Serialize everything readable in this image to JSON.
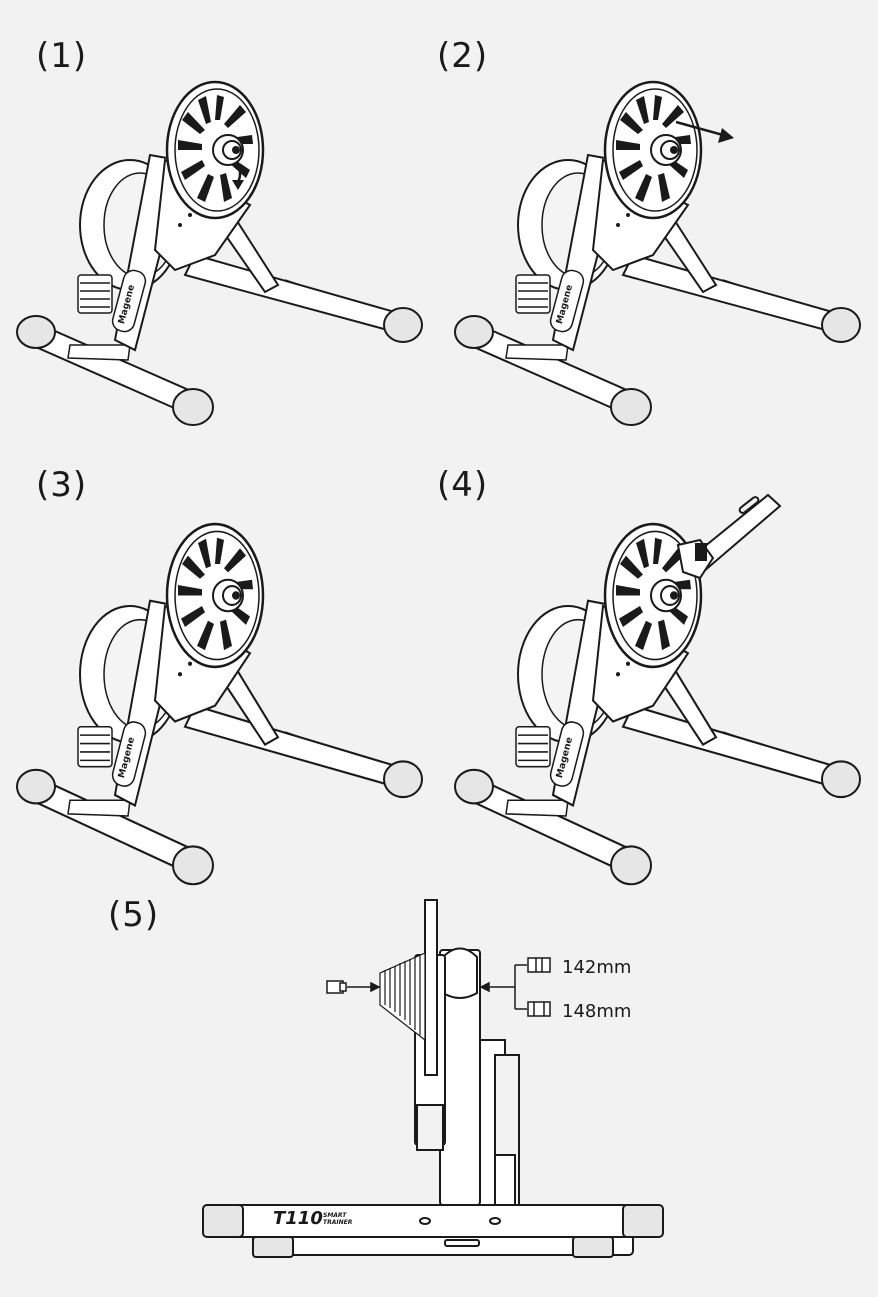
{
  "steps": [
    {
      "label": "(1)"
    },
    {
      "label": "(2)"
    },
    {
      "label": "(3)"
    },
    {
      "label": "(4)"
    },
    {
      "label": "(5)"
    }
  ],
  "brand": {
    "logo_text": "Magene"
  },
  "spacers": [
    {
      "label": "142mm"
    },
    {
      "label": "148mm"
    }
  ],
  "model": {
    "name": "T110",
    "line1": "SMART",
    "line2": "TRAINER"
  },
  "colors": {
    "background": "#f2f2f2",
    "line": "#1a1a1a",
    "fill": "#ffffff",
    "shade": "#e6e6e6"
  },
  "icons": [
    "trainer-illustration",
    "cassette-icon",
    "spacer-icon",
    "arrow-icon",
    "wrench-icon"
  ]
}
